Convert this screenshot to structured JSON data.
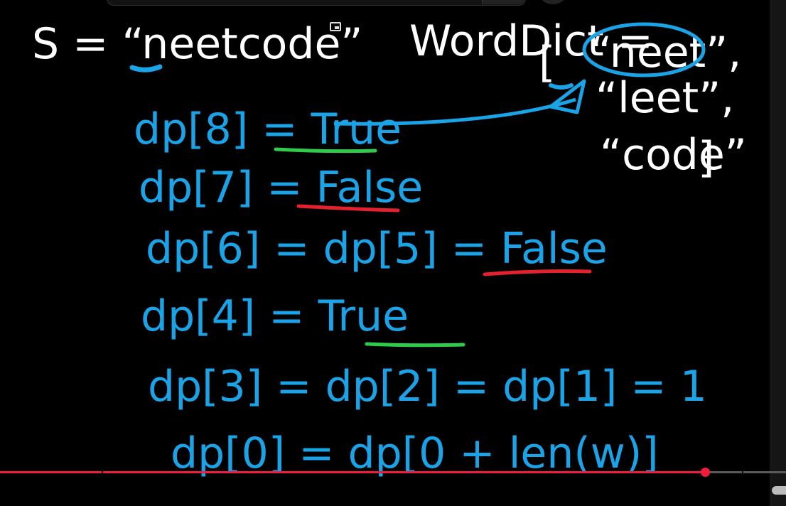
{
  "whiteboard": {
    "s_line": "S = “neetcode”",
    "worddict_label": "WordDict =",
    "dict_open_bracket": "[",
    "dict_close_bracket": "]",
    "dict_words": [
      "“neet”,",
      "“leet”,",
      "“code”"
    ],
    "dp_lines": [
      "dp[8] = True",
      "dp[7] = False",
      "dp[6] = dp[5] = False",
      "dp[4] = True",
      "dp[3] = dp[2] = dp[1] = 1",
      "dp[0] = dp[0 + len(w)]"
    ],
    "colors": {
      "ink_blue": "#1aa3e6",
      "ink_white": "#ffffff",
      "underline_green": "#2ecc4a",
      "underline_red": "#e5212e"
    }
  },
  "player": {
    "progress": 0.897,
    "played_color": "#f21c3c"
  },
  "icons": {
    "pip": "picture-in-picture-icon",
    "autoplay": "autoplay-toggle-icon"
  }
}
